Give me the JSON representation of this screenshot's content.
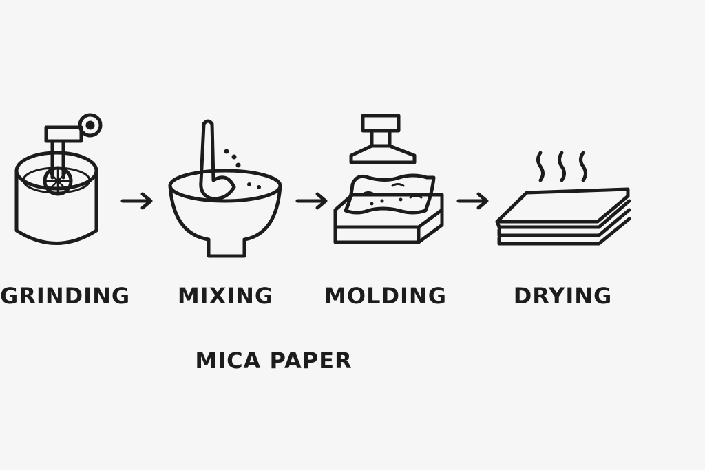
{
  "diagram": {
    "steps": [
      {
        "label": "GRINDING",
        "icon": "grinder-icon"
      },
      {
        "label": "MIXING",
        "icon": "mixing-bowl-icon"
      },
      {
        "label": "MOLDING",
        "icon": "press-mold-icon"
      },
      {
        "label": "DRYING",
        "icon": "drying-sheets-icon"
      }
    ],
    "caption": "MICA PAPER",
    "colors": {
      "ink": "#1c1c1c",
      "background": "#f6f6f6"
    }
  }
}
